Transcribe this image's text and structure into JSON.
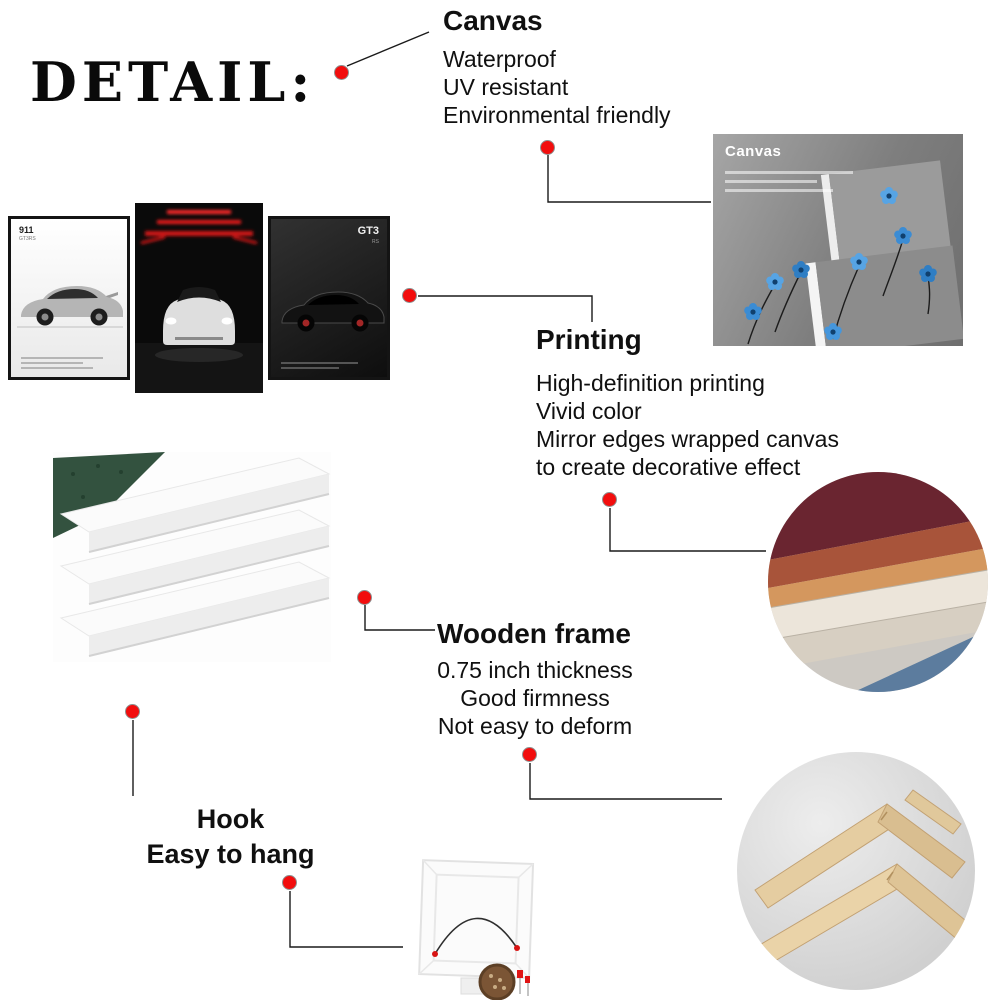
{
  "page_title": "DETAIL:",
  "colors": {
    "accent_red": "#f20d0d",
    "line": "#1a1a1a"
  },
  "sections": {
    "canvas": {
      "title": "Canvas",
      "features": [
        "Waterproof",
        "UV resistant",
        "Environmental friendly"
      ]
    },
    "printing": {
      "title": "Printing",
      "features": [
        "High-definition printing",
        "Vivid color",
        "Mirror edges wrapped canvas",
        "to create decorative effect"
      ]
    },
    "wooden_frame": {
      "title": "Wooden frame",
      "features": [
        "0.75 inch thickness",
        "Good firmness",
        "Not easy to deform"
      ]
    },
    "hook": {
      "title": "Hook",
      "features": [
        "Easy to hang"
      ]
    }
  },
  "poster_set": {
    "left_model": "911",
    "left_trim": "GT3RS",
    "right_model": "GT3",
    "right_trim": "RS"
  },
  "canvas_sample": {
    "label": "Canvas"
  }
}
